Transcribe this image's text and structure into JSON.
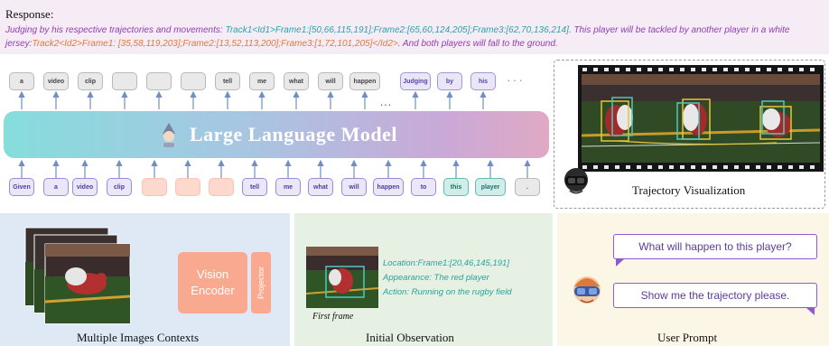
{
  "response": {
    "title": "Response:",
    "seg1": "Judging by his respective trajectories and movements: ",
    "seg2": "Track1<Id1>Frame1:[50,66,115,191];Frame2:[65,60,124,205];Frame3:[62,70,136,214]",
    "seg3": ". This player will be tackled by another player in a white jersey:",
    "seg4": "Track2<Id2>Frame1: [35,58,119,203];Frame2:[13,52,113,200];Frame3:[1,72,101,205]</Id2>",
    "seg5": ". And both players will fall to the ground."
  },
  "output_tokens": [
    "a",
    "video",
    "clip",
    "",
    "",
    "",
    "tell",
    "me",
    "what",
    "will",
    "happen",
    "Judging",
    "by",
    "his"
  ],
  "output_dots": "…",
  "output_ellipsis": "···",
  "input_tokens": [
    "Given",
    "a",
    "video",
    "clip",
    "",
    "",
    "",
    "tell",
    "me",
    "what",
    "will",
    "happen",
    "to",
    "this",
    "player",
    "."
  ],
  "llm": {
    "title": "Large Language Model"
  },
  "trajectory": {
    "title": "Trajectory Visualization"
  },
  "panels": {
    "left": {
      "title": "Multiple Images Contexts",
      "encoder": "Vision Encoder",
      "projector": "Projector"
    },
    "middle": {
      "title": "Initial Observation",
      "location": "Location:Frame1:[20,46,145,191]",
      "appearance": "Appearance: The red player",
      "action": "Action: Running on the rugby field",
      "caption": "First frame"
    },
    "right": {
      "title": "User Prompt",
      "q1": "What will happen to this player?",
      "q2": "Show me the trajectory please."
    }
  },
  "colors": {
    "teal": "#2aa3a8",
    "orange": "#e07a3a",
    "purple": "#8f3fb0",
    "encoder": "#f8a98f"
  }
}
